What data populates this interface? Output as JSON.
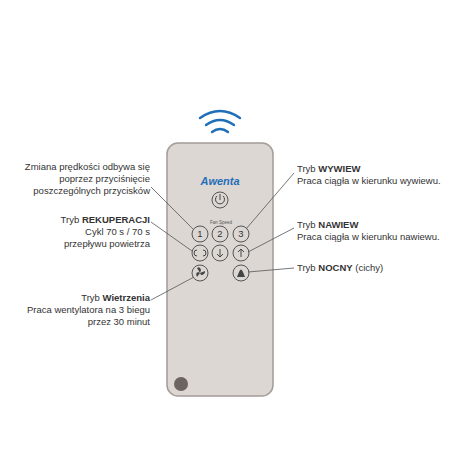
{
  "diagram": {
    "labels": [
      "Zmiana prędkości odbywa się poprzez przyciśnięcie poszczególnych przycisków",
      "Tryb",
      "REKUPERACJI",
      "Cykl 70 s / 70 s przepływu powietrza",
      "Tryb",
      "Wietrzenia",
      "Praca wentylatora na 3 biegu przez 30 minut",
      "Tryb",
      "WYWIEW",
      "Praca ciągła w kierunku wywiewu.",
      "Tryb",
      "NAWIEW",
      "Praca ciągła w kierunku nawiewu.",
      "Tryb",
      "NOCNY",
      "(cichy)",
      "Awenta",
      "Fan Speed",
      "1",
      "2",
      "3"
    ]
  }
}
